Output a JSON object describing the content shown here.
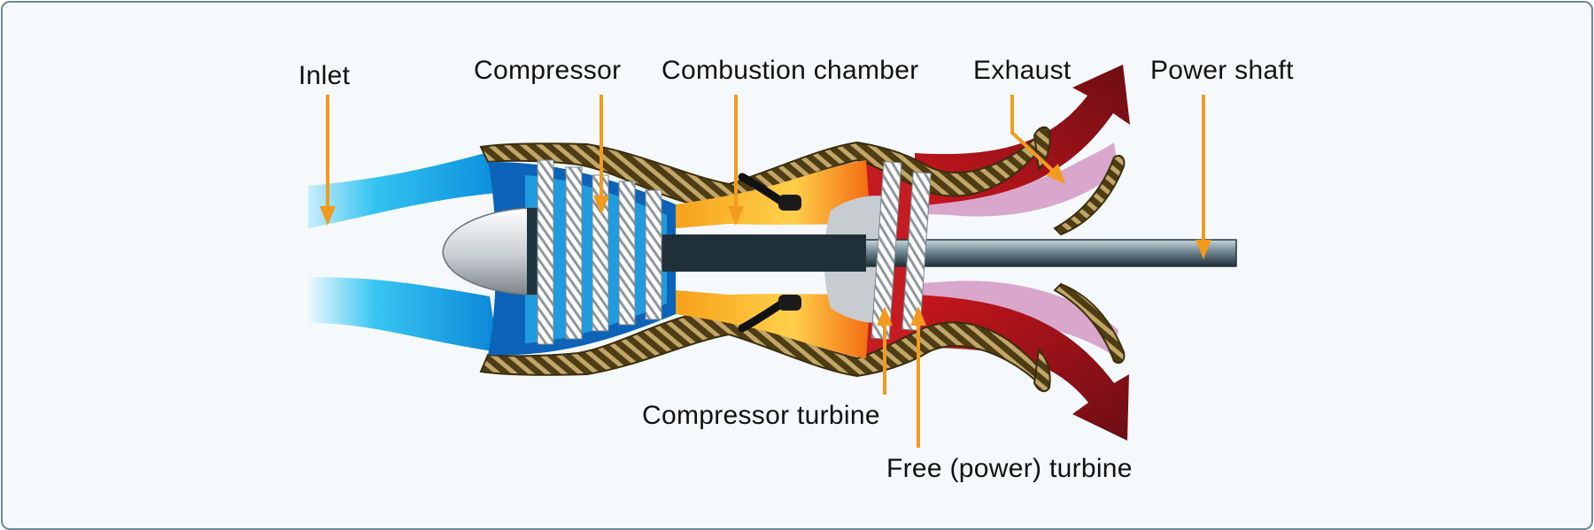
{
  "diagram": {
    "labels": {
      "inlet": "Inlet",
      "compressor": "Compressor",
      "combustion_chamber": "Combustion chamber",
      "exhaust": "Exhaust",
      "power_shaft": "Power shaft",
      "compressor_turbine": "Compressor turbine",
      "free_power_turbine": "Free (power) turbine"
    },
    "colors": {
      "leader": "#f39a1e",
      "casing": "#4d3c14",
      "casing_stripe": "#c2a668",
      "inlet_air": "#1ab8ee",
      "combustion": "#f8a21c",
      "exhaust": "#a8121c",
      "exhaust_glow": "#d9a7cc",
      "shaft": "#2a3f4a",
      "blades": "#e9edf0",
      "background": "#f5f9fb"
    },
    "icons": [
      "nose-cone-icon",
      "fuel-injector-icon",
      "compressor-blades-icon",
      "turbine-blades-icon",
      "exhaust-arrow-icon",
      "power-shaft-icon"
    ]
  }
}
